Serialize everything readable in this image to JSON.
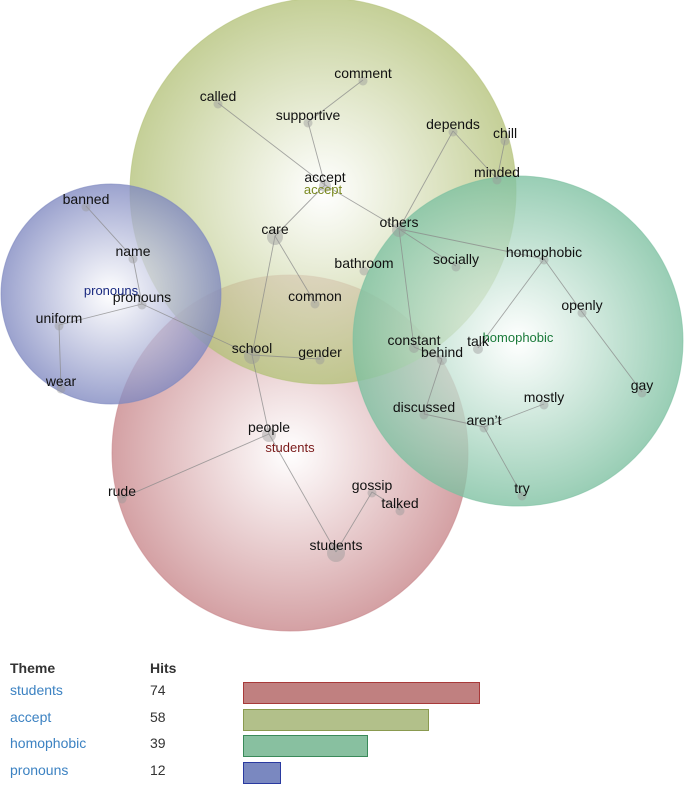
{
  "themes": [
    {
      "id": "students",
      "label": "students",
      "hits": 74,
      "color": "#c08080",
      "border": "#a83a3a",
      "text_color": "#7a1a1a",
      "circle_color": "#c8868a"
    },
    {
      "id": "accept",
      "label": "accept",
      "hits": 58,
      "color": "#b2c08a",
      "border": "#8a9a50",
      "text_color": "#7a8a20",
      "circle_color": "#b4c27a"
    },
    {
      "id": "homophobic",
      "label": "homophobic",
      "hits": 39,
      "color": "#88c0a0",
      "border": "#3a8a5a",
      "text_color": "#1a7a3a",
      "circle_color": "#7cc0a0"
    },
    {
      "id": "pronouns",
      "label": "pronouns",
      "hits": 12,
      "color": "#7a88c0",
      "border": "#2a3aa0",
      "text_color": "#1a2a80",
      "circle_color": "#7f88c0"
    }
  ],
  "concepts": [
    {
      "id": "comment",
      "label": "comment"
    },
    {
      "id": "called",
      "label": "called"
    },
    {
      "id": "supportive",
      "label": "supportive"
    },
    {
      "id": "depends",
      "label": "depends"
    },
    {
      "id": "chill",
      "label": "chill"
    },
    {
      "id": "minded",
      "label": "minded"
    },
    {
      "id": "accept",
      "label": "accept"
    },
    {
      "id": "banned",
      "label": "banned"
    },
    {
      "id": "others",
      "label": "others"
    },
    {
      "id": "care",
      "label": "care"
    },
    {
      "id": "name",
      "label": "name"
    },
    {
      "id": "homophobic",
      "label": "homophobic"
    },
    {
      "id": "bathroom",
      "label": "bathroom"
    },
    {
      "id": "socially",
      "label": "socially"
    },
    {
      "id": "pronouns",
      "label": "pronouns"
    },
    {
      "id": "openly",
      "label": "openly"
    },
    {
      "id": "common",
      "label": "common"
    },
    {
      "id": "uniform",
      "label": "uniform"
    },
    {
      "id": "constant",
      "label": "constant"
    },
    {
      "id": "talk",
      "label": "talk"
    },
    {
      "id": "school",
      "label": "school"
    },
    {
      "id": "gender",
      "label": "gender"
    },
    {
      "id": "behind",
      "label": "behind"
    },
    {
      "id": "wear",
      "label": "wear"
    },
    {
      "id": "gay",
      "label": "gay"
    },
    {
      "id": "mostly",
      "label": "mostly"
    },
    {
      "id": "discussed",
      "label": "discussed"
    },
    {
      "id": "arent",
      "label": "aren’t"
    },
    {
      "id": "people",
      "label": "people"
    },
    {
      "id": "gossip",
      "label": "gossip"
    },
    {
      "id": "rude",
      "label": "rude"
    },
    {
      "id": "talked",
      "label": "talked"
    },
    {
      "id": "try",
      "label": "try"
    },
    {
      "id": "students",
      "label": "students"
    }
  ],
  "table": {
    "headers": {
      "theme": "Theme",
      "hits": "Hits"
    }
  }
}
